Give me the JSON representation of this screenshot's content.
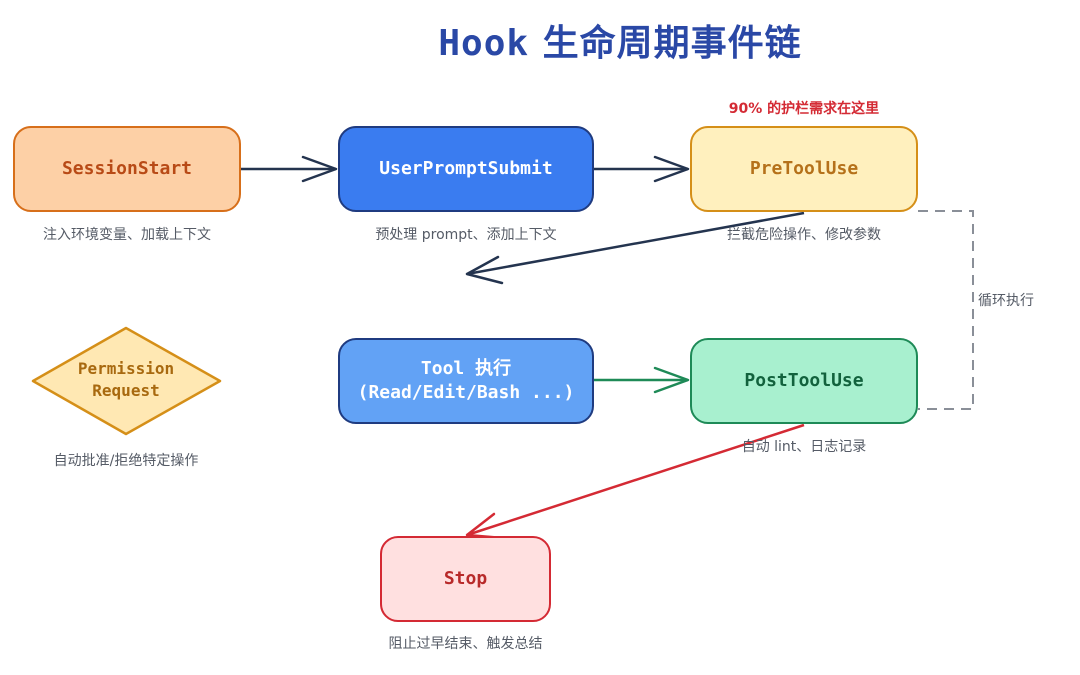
{
  "title": "Hook 生命周期事件链",
  "title_parts": {
    "latin": "Hook",
    "cjk": "生命周期事件链"
  },
  "annotation": "90% 的护栏需求在这里",
  "loop_label": "循环执行",
  "nodes": {
    "session_start": {
      "label": "SessionStart",
      "caption": "注入环境变量、加载上下文"
    },
    "user_prompt_submit": {
      "label": "UserPromptSubmit",
      "caption": "预处理 prompt、添加上下文"
    },
    "pre_tool_use": {
      "label": "PreToolUse",
      "caption": "拦截危险操作、修改参数"
    },
    "tool_exec": {
      "label_line1": "Tool 执行",
      "label_line2": "(Read/Edit/Bash ...)"
    },
    "post_tool_use": {
      "label": "PostToolUse",
      "caption": "自动 lint、日志记录"
    },
    "permission_request": {
      "label": "Permission Request",
      "caption": "自动批准/拒绝特定操作"
    },
    "stop": {
      "label": "Stop",
      "caption": "阻止过早结束、触发总结"
    }
  },
  "colors": {
    "title": "#2a48a6",
    "annotation": "#d42a34",
    "arrow_default": "#24344f",
    "arrow_tool_to_post": "#1e8a57",
    "arrow_post_to_stop": "#d42a34",
    "loop_dashed": "#8a8f98",
    "session_fill": "#fdd0a6",
    "user_prompt_fill": "#3a7cf0",
    "pre_tool_fill": "#fff0be",
    "tool_fill": "#62a2f5",
    "post_tool_fill": "#a8f0cf",
    "permission_fill": "#ffe8b3",
    "stop_fill": "#ffe0e0"
  }
}
